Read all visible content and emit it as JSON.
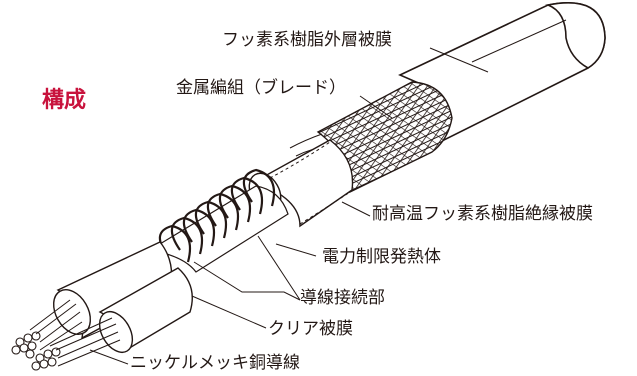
{
  "title": "構成",
  "labels": {
    "outer_jacket": "フッ素系樹脂外層被膜",
    "braid": "金属編組（ブレード）",
    "inner_insulation": "耐高温フッ素系樹脂絶縁被膜",
    "heating_element": "電力制限発熱体",
    "wire_junction": "導線接続部",
    "clear_coating": "クリア被膜",
    "conductor": "ニッケルメッキ銅導線"
  },
  "colors": {
    "title": "#c8123c",
    "text": "#231815",
    "line": "#231815",
    "jacket_fill": "#ffffff"
  }
}
